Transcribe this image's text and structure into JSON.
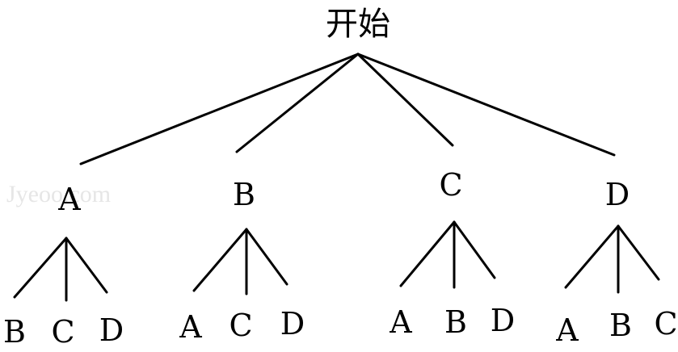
{
  "root": {
    "label": "开始"
  },
  "watermark": "Jyeoo.com",
  "branches": [
    {
      "label": "A",
      "children": [
        "B",
        "C",
        "D"
      ]
    },
    {
      "label": "B",
      "children": [
        "A",
        "C",
        "D"
      ]
    },
    {
      "label": "C",
      "children": [
        "A",
        "B",
        "D"
      ]
    },
    {
      "label": "D",
      "children": [
        "A",
        "B",
        "C"
      ]
    }
  ]
}
